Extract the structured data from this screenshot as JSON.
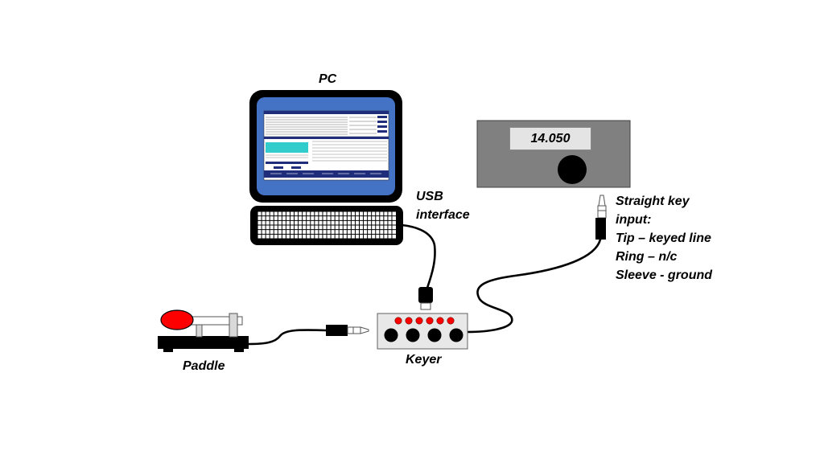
{
  "labels": {
    "pc": "PC",
    "usb_line1": "USB",
    "usb_line2": "interface",
    "paddle": "Paddle",
    "keyer": "Keyer",
    "radio_frequency": "14.050",
    "straight_key_lines": [
      "Straight key",
      "input:",
      "Tip – keyed line",
      "Ring – n/c",
      "Sleeve - ground"
    ]
  },
  "colors": {
    "monitor_frame": "#000000",
    "screen_bezel": "#4472c4",
    "screen_highlight": "#33cccc",
    "screen_bar": "#1f2d7a",
    "radio_body": "#808080",
    "paddle_knob": "#ff0000",
    "keyer_led": "#ff0000",
    "keyer_body": "#e8e8e8",
    "cable": "#000000"
  }
}
